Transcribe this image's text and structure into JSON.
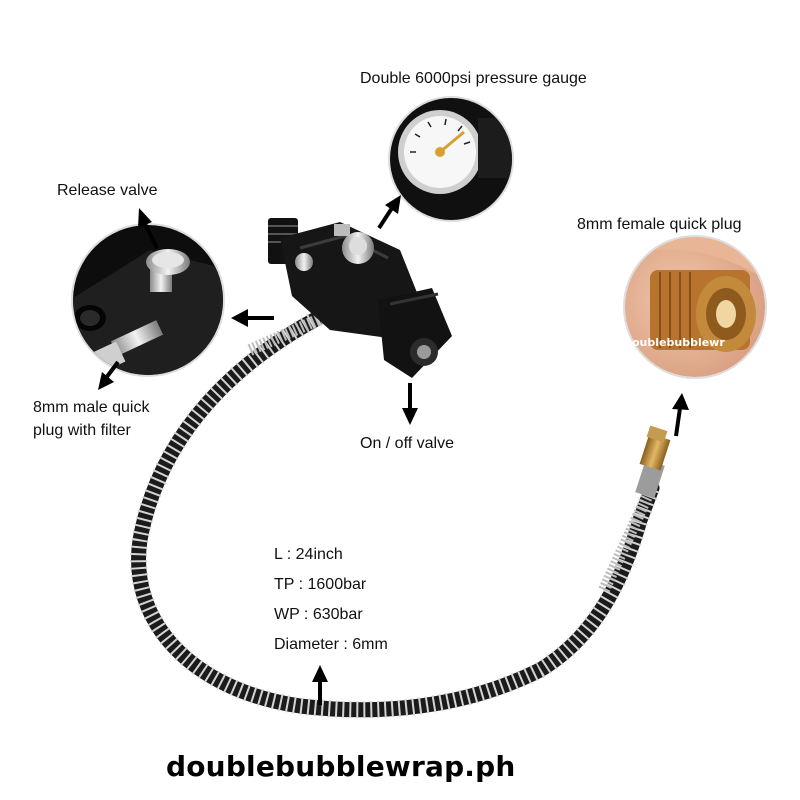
{
  "labels": {
    "gauge": "Double 6000psi pressure gauge",
    "release_valve": "Release valve",
    "female_plug": "8mm female quick plug",
    "male_plug_line1": "8mm male quick",
    "male_plug_line2": "plug with filter",
    "onoff_valve": "On / off valve"
  },
  "specs": {
    "length": "L : 24inch",
    "test_pressure": "TP : 1600bar",
    "working_pressure": "WP : 630bar",
    "diameter": "Diameter : 6mm"
  },
  "watermark": {
    "brand": "doublebubblewrap.ph",
    "overlay": "oublebubblewr"
  },
  "colors": {
    "hose": "#1b1b1b",
    "spring": "#c9c9c9",
    "valve_body": "#161616",
    "brass": "#b8893a",
    "arrow": "#000000"
  }
}
